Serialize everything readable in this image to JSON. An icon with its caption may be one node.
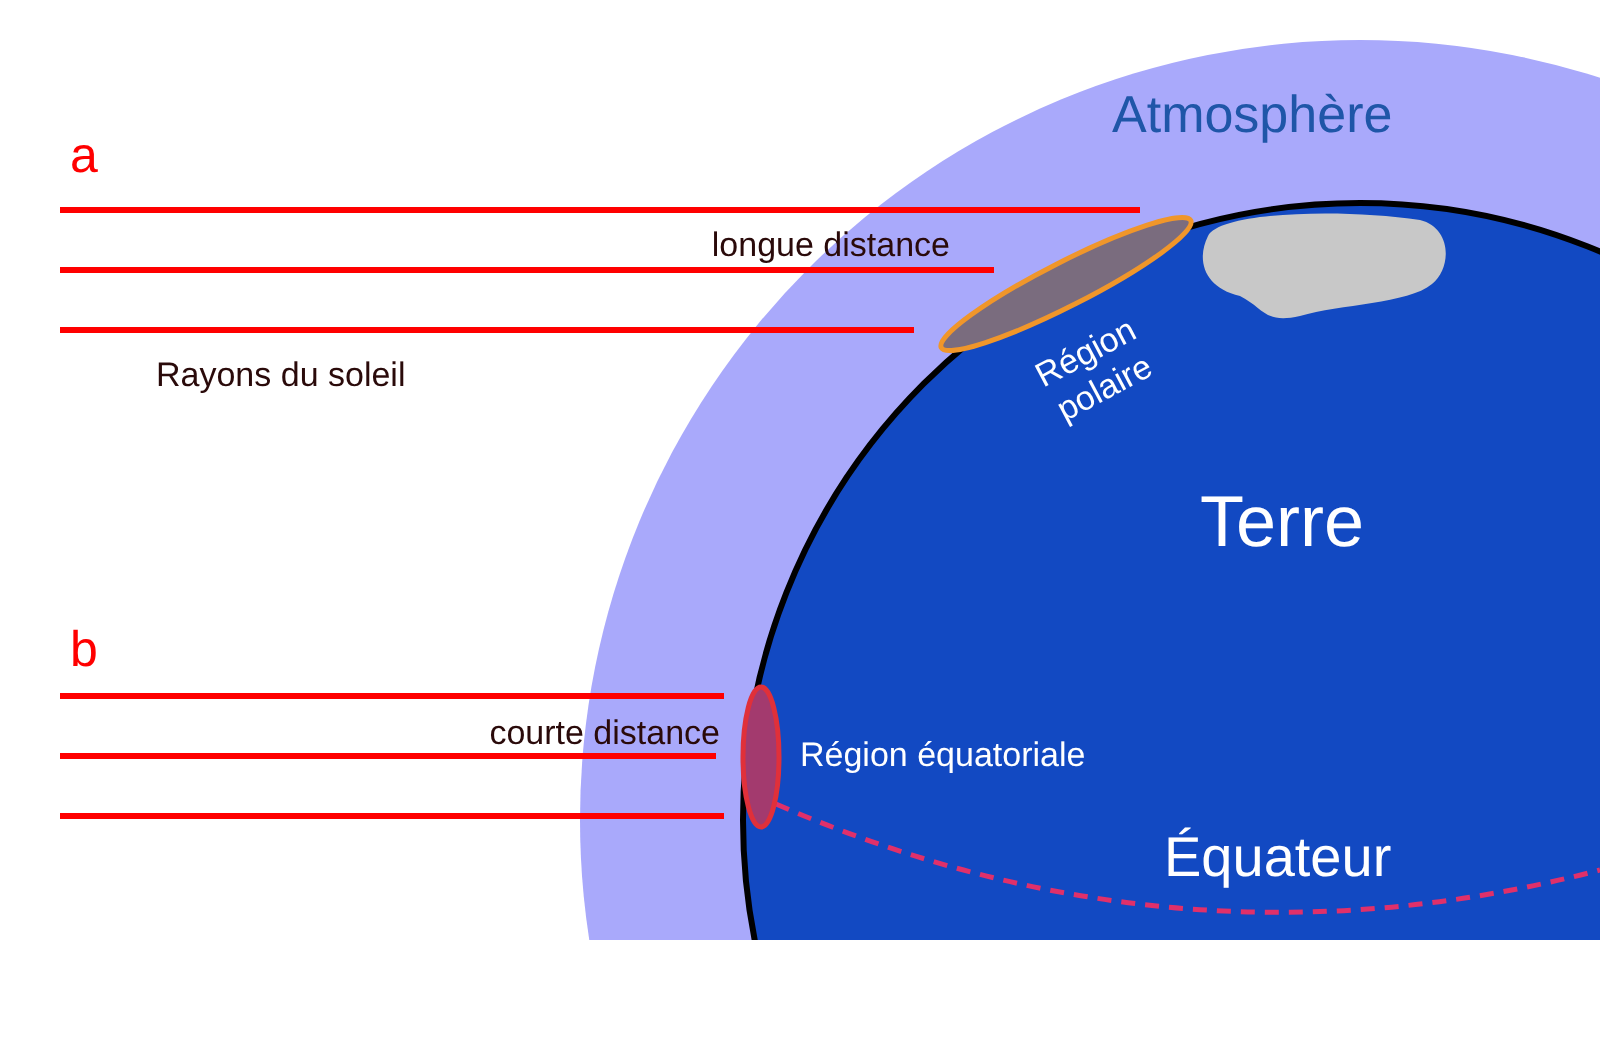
{
  "diagram": {
    "nodes": [
      {
        "text": [
          "Atmosphère"
        ]
      },
      {
        "text": [
          "Terre"
        ],
        "in": 0
      },
      {
        "text": [],
        "shape": "ellipse",
        "in": 1,
        "beside": [
          "Région polaire"
        ]
      },
      {
        "text": [],
        "shape": "ellipse",
        "in": 1,
        "beside": [
          "Région équatoriale"
        ]
      }
    ],
    "labels": [
      "a",
      "longue distance",
      "Rayons du soleil",
      "b",
      "courte distance",
      "Équateur"
    ]
  }
}
